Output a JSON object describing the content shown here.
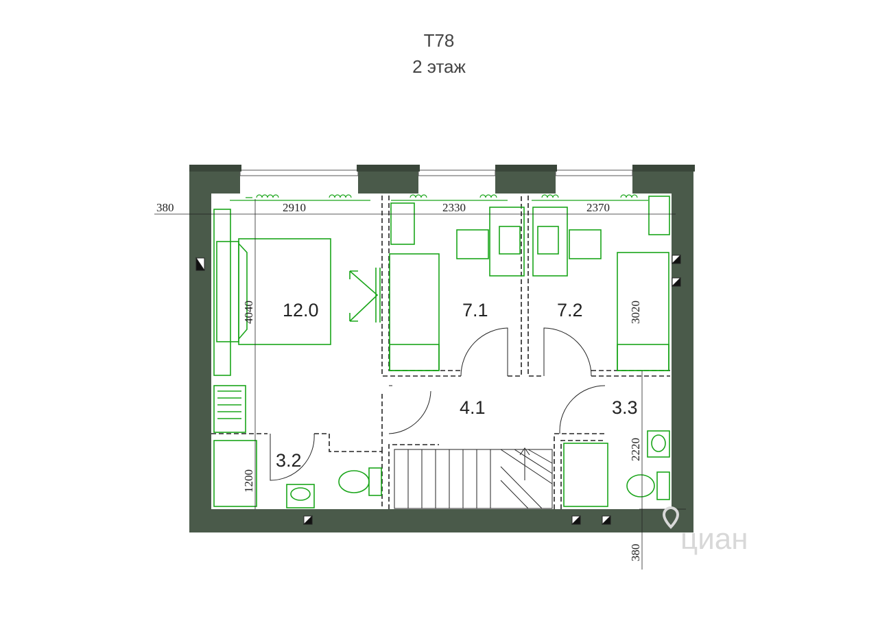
{
  "header": {
    "title": "T78",
    "subtitle": "2 этаж"
  },
  "rooms": [
    {
      "id": "12.0",
      "label": "12.0"
    },
    {
      "id": "7.1",
      "label": "7.1"
    },
    {
      "id": "7.2",
      "label": "7.2"
    },
    {
      "id": "4.1",
      "label": "4.1"
    },
    {
      "id": "3.2",
      "label": "3.2"
    },
    {
      "id": "3.3",
      "label": "3.3"
    }
  ],
  "dimensions": {
    "top_left_wall": "380",
    "room1_width": "2910",
    "room2_width": "2330",
    "room3_width": "2370",
    "room1_depth": "4040",
    "room3_depth": "3020",
    "bath_left": "1200",
    "bath_right": "2220",
    "bottom_wall": "380"
  },
  "watermark": "циан",
  "colors": {
    "wall": "#4a5a4a",
    "furniture": "#19a519",
    "lines": "#222222"
  }
}
